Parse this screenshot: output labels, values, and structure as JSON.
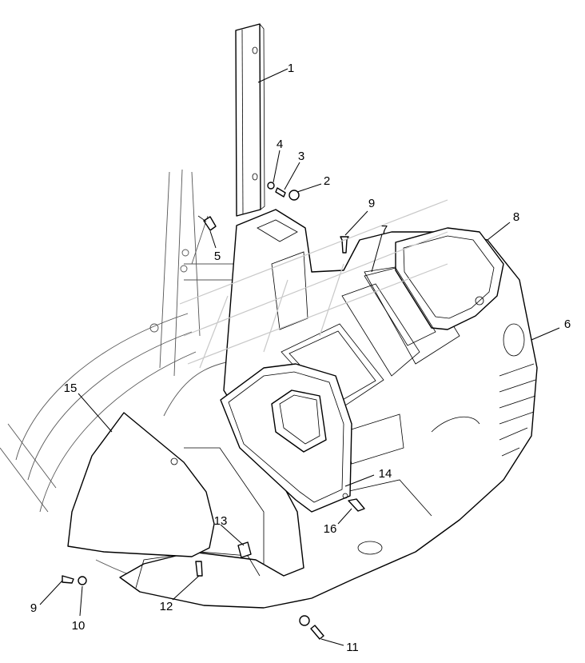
{
  "colors": {
    "line": "#000000",
    "background": "#ffffff",
    "watermark": "#c8c8c8"
  },
  "callouts": [
    {
      "id": "c1",
      "label": "1"
    },
    {
      "id": "c2",
      "label": "2"
    },
    {
      "id": "c3",
      "label": "3"
    },
    {
      "id": "c4",
      "label": "4"
    },
    {
      "id": "c5",
      "label": "5"
    },
    {
      "id": "c6",
      "label": "6"
    },
    {
      "id": "c7",
      "label": "7"
    },
    {
      "id": "c8",
      "label": "8"
    },
    {
      "id": "c9a",
      "label": "9"
    },
    {
      "id": "c9b",
      "label": "9"
    },
    {
      "id": "c10",
      "label": "10"
    },
    {
      "id": "c11",
      "label": "11"
    },
    {
      "id": "c12",
      "label": "12"
    },
    {
      "id": "c13",
      "label": "13"
    },
    {
      "id": "c14",
      "label": "14"
    },
    {
      "id": "c15",
      "label": "15"
    },
    {
      "id": "c16",
      "label": "16"
    }
  ]
}
